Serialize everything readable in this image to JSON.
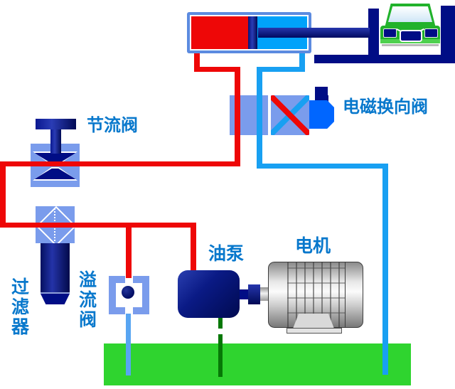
{
  "diagram": {
    "type": "hydraulic-car-lift-schematic",
    "labels": {
      "throttle_valve": "节流阀",
      "solenoid_valve": "电磁换向阀",
      "filter": "过滤器",
      "relief_valve": "溢流阀",
      "oil_pump": "油泵",
      "motor": "电机"
    }
  },
  "palette": {
    "label-blue": "#0878cc",
    "pipe-red": "#ee0707",
    "pipe-cyan": "#18a0f2",
    "pipe-drain-blue": "#58a5f2",
    "pipe-suction-green": "#067806",
    "component-light-blue": "#7a9cec",
    "cylinder-frame-blue": "#5c8be0",
    "cylinder-cyan-fill": "#00a2fa",
    "navy": "#000d85",
    "solenoid-blue": "#0066ff",
    "tank-green": "#2fd42f",
    "car-green": "#21b22b"
  }
}
